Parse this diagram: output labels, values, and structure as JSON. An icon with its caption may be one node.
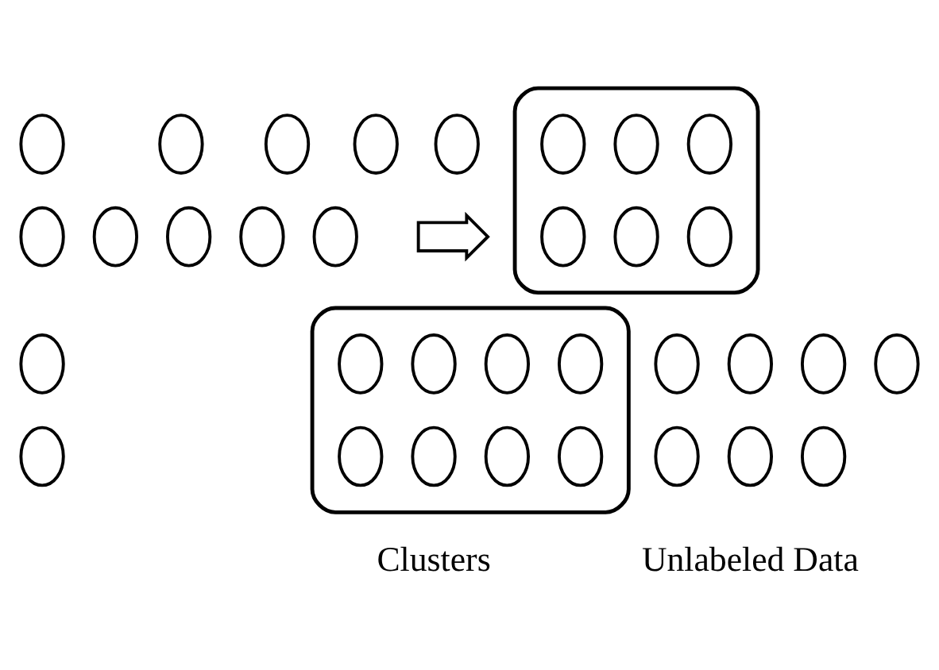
{
  "diagram": {
    "nodes": [
      {
        "text": [],
        "shape": "ellipse"
      },
      {
        "text": [],
        "shape": "ellipse"
      },
      {
        "text": [],
        "shape": "ellipse"
      },
      {
        "text": [],
        "shape": "ellipse"
      },
      {
        "text": [],
        "shape": "ellipse"
      },
      {
        "text": [],
        "shape": "ellipse"
      },
      {
        "text": [],
        "shape": "ellipse"
      },
      {
        "text": [],
        "shape": "ellipse"
      },
      {
        "text": [],
        "shape": "ellipse"
      },
      {
        "text": [],
        "shape": "ellipse"
      },
      {
        "text": [],
        "shape": "ellipse"
      },
      {
        "text": [],
        "shape": "ellipse"
      },
      {
        "text": [],
        "shape": "ellipse"
      },
      {
        "text": [],
        "shape": "ellipse"
      },
      {
        "text": [],
        "shape": "ellipse"
      },
      {
        "text": [],
        "shape": "ellipse"
      },
      {
        "text": [],
        "shape": "ellipse"
      },
      {
        "text": [],
        "shape": "ellipse"
      },
      {
        "text": [],
        "shape": "ellipse"
      },
      {
        "text": [],
        "shape": "arrow"
      },
      {
        "text": [],
        "shape": "box"
      },
      {
        "text": [],
        "shape": "ellipse",
        "in": 20
      },
      {
        "text": [],
        "shape": "ellipse",
        "in": 20
      },
      {
        "text": [],
        "shape": "ellipse",
        "in": 20
      },
      {
        "text": [],
        "shape": "ellipse",
        "in": 20
      },
      {
        "text": [],
        "shape": "ellipse",
        "in": 20
      },
      {
        "text": [],
        "shape": "ellipse",
        "in": 20
      },
      {
        "text": [],
        "shape": "box"
      },
      {
        "text": [],
        "shape": "ellipse",
        "in": 27
      },
      {
        "text": [],
        "shape": "ellipse",
        "in": 27
      },
      {
        "text": [],
        "shape": "ellipse",
        "in": 27
      },
      {
        "text": [],
        "shape": "ellipse",
        "in": 27
      },
      {
        "text": [],
        "shape": "ellipse",
        "in": 27
      },
      {
        "text": [],
        "shape": "ellipse",
        "in": 27
      },
      {
        "text": [],
        "shape": "ellipse",
        "in": 27
      },
      {
        "text": [],
        "shape": "ellipse",
        "in": 27
      }
    ],
    "labels": [
      "Unlabeled Data",
      "Clusters"
    ]
  }
}
